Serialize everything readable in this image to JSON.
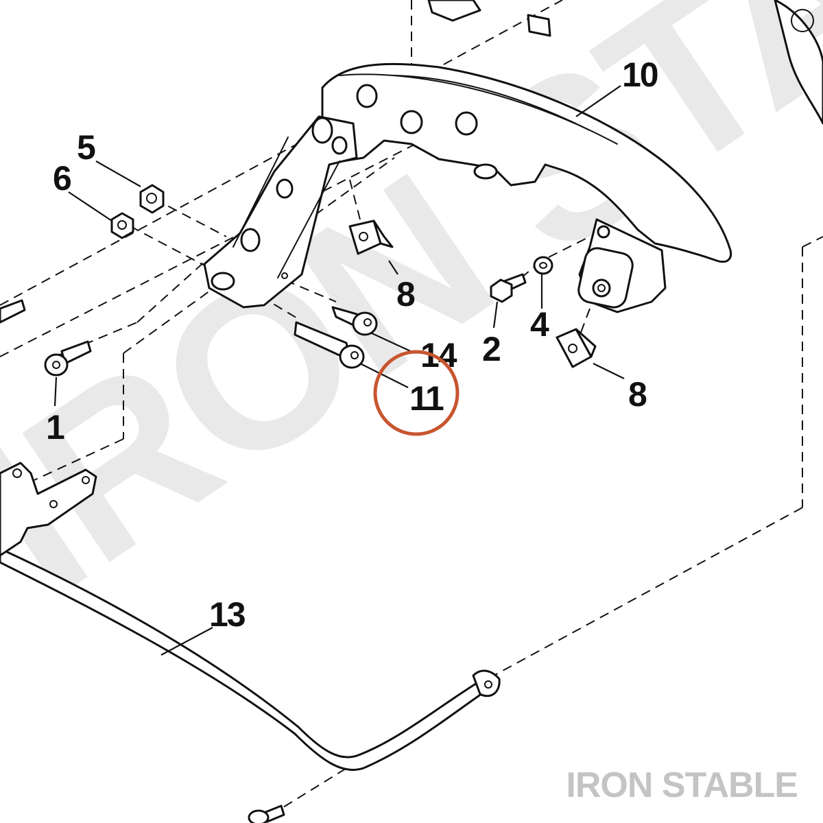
{
  "diagram": {
    "callouts": [
      {
        "id": "1",
        "text": "1"
      },
      {
        "id": "2",
        "text": "2"
      },
      {
        "id": "4",
        "text": "4"
      },
      {
        "id": "5",
        "text": "5"
      },
      {
        "id": "6",
        "text": "6"
      },
      {
        "id": "8a",
        "text": "8"
      },
      {
        "id": "8b",
        "text": "8"
      },
      {
        "id": "10",
        "text": "10"
      },
      {
        "id": "11",
        "text": "11"
      },
      {
        "id": "13",
        "text": "13"
      },
      {
        "id": "14",
        "text": "14"
      }
    ],
    "highlighted_callout": "11",
    "watermark": "IRON STABLE",
    "brand": "IRON STABLE"
  },
  "colors": {
    "highlight_ring": "#c8552f",
    "line": "#111111",
    "watermark": "#e9e9e9",
    "brand": "#c4c4c4"
  }
}
